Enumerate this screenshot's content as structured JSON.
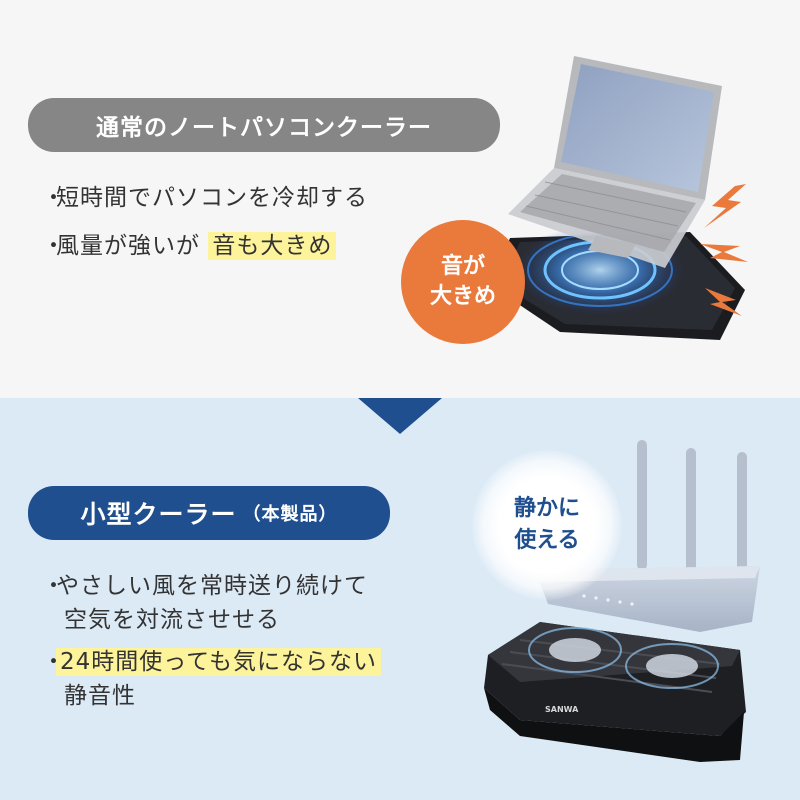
{
  "top": {
    "pill_label": "通常のノートパソコンクーラー",
    "bullets": [
      {
        "dot": "・",
        "text": "短時間でパソコンを冷却する"
      },
      {
        "dot": "・",
        "text_prefix": "風量が強いが ",
        "text_highlight": "音も大きめ"
      }
    ],
    "badge": {
      "line1": "音が",
      "line2": "大きめ"
    }
  },
  "bottom": {
    "pill_label": "小型クーラー",
    "pill_sub": "（本製品）",
    "bullets": [
      {
        "dot": "・",
        "text": "やさしい風を常時送り続けて",
        "continuation": "空気を対流させせる"
      },
      {
        "dot": "・",
        "text_highlight": "24時間使っても気にならない",
        "continuation": "静音性"
      }
    ],
    "bubble": {
      "line1": "静かに",
      "line2": "使える"
    },
    "product_logo": "SANWA"
  },
  "colors": {
    "top_bg": "#f6f6f6",
    "bottom_bg": "#dceaf6",
    "navy": "#1f4f8f",
    "gray_pill": "#868686",
    "orange": "#ea7a3c",
    "highlight": "#fdf39a"
  }
}
